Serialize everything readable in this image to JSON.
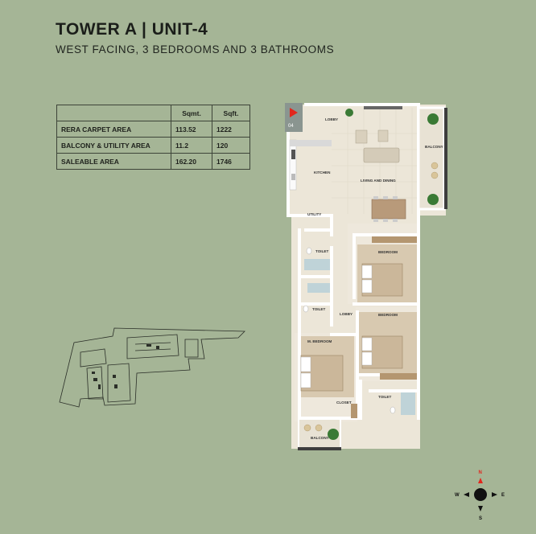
{
  "header": {
    "title": "TOWER A | UNIT-4",
    "subtitle": "WEST FACING, 3 BEDROOMS AND 3 BATHROOMS"
  },
  "area_table": {
    "headers": [
      "",
      "Sqmt.",
      "Sqft."
    ],
    "rows": [
      {
        "label": "RERA CARPET AREA",
        "sqmt": "113.52",
        "sqft": "1222"
      },
      {
        "label": "BALCONY & UTILITY AREA",
        "sqmt": "11.2",
        "sqft": "120"
      },
      {
        "label": "SALEABLE AREA",
        "sqmt": "162.20",
        "sqft": "1746"
      }
    ]
  },
  "floor_plan": {
    "unit_marker": "04",
    "rooms": {
      "lobby_top": "LOBBY",
      "balcony_right": "BALCONY",
      "kitchen": "KITCHEN",
      "living_dining": "LIVING AND DINING",
      "utility": "UTILITY",
      "toilet_1": "TOILET",
      "bedroom_1": "BEDROOM",
      "toilet_2": "TOILET",
      "lobby_mid": "LOBBY",
      "bedroom_2": "BEDROOM",
      "master_bedroom": "M. BEDROOM",
      "closet": "CLOSET",
      "toilet_3": "TOILET",
      "balcony_bottom": "BALCONY"
    }
  },
  "compass": {
    "n": "N",
    "s": "S",
    "e": "E",
    "w": "W"
  },
  "colors": {
    "background": "#a5b596",
    "floor": "#ece6d8",
    "wall": "#ffffff",
    "wood": "#c9b59a",
    "marker": "#e2261d"
  }
}
